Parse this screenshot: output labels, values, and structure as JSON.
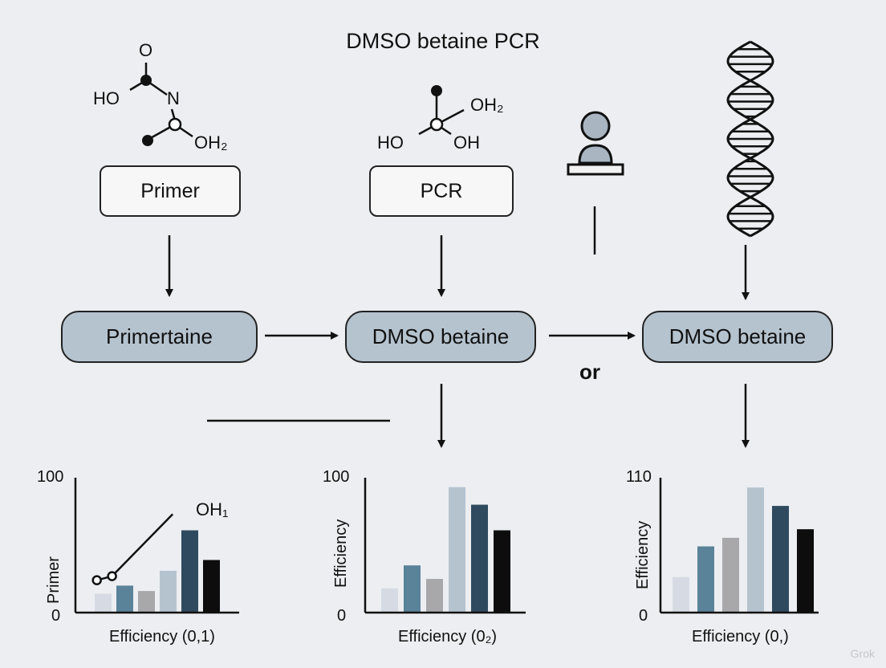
{
  "title": "DMSO betaine PCR",
  "molecules": {
    "left": {
      "o": "O",
      "ho": "HO",
      "n": "N",
      "oh2": "OH₂"
    },
    "middle": {
      "oh2": "OH₂",
      "ho": "HO",
      "oh": "OH"
    }
  },
  "boxes": {
    "primer": "Primer",
    "pcr": "PCR",
    "primertaine": "Primertaine",
    "dmso_mid": "DMSO betaine",
    "dmso_right": "DMSO betaine"
  },
  "or_label": "or",
  "icons": [
    "person-icon",
    "dna-helix-icon"
  ],
  "colors": {
    "pill": "#b5c3cf",
    "bar_light": "#d6dbe3",
    "bar_teal": "#5a8299",
    "bar_gray": "#a8a8ab",
    "bar_pale_blue": "#b5c3cf",
    "bar_navy": "#2f4a5e",
    "bar_black": "#0d0d0d"
  },
  "chart_data": [
    {
      "type": "bar",
      "ylabel": "Primer",
      "xlabel": "Efficiency (0,1)",
      "y_tick_labels": [
        "100",
        "0"
      ],
      "ylim": [
        0,
        100
      ],
      "values": [
        14,
        20,
        16,
        31,
        61,
        39
      ],
      "overlay_line": {
        "label": "OH₁",
        "points": [
          [
            0.1,
            24
          ],
          [
            0.8,
            27
          ],
          [
            3.6,
            73
          ]
        ]
      }
    },
    {
      "type": "bar",
      "ylabel": "Efficiency",
      "xlabel": "Efficiency (0₂)",
      "y_tick_labels": [
        "100",
        "0"
      ],
      "ylim": [
        0,
        100
      ],
      "values": [
        18,
        35,
        25,
        93,
        80,
        61
      ]
    },
    {
      "type": "bar",
      "ylabel": "Efficiency",
      "xlabel": "Efficiency (0,)",
      "y_tick_labels": [
        "110",
        "0"
      ],
      "ylim": [
        0,
        110
      ],
      "values": [
        29,
        54,
        61,
        102,
        87,
        68
      ]
    }
  ],
  "watermark": "Grok"
}
